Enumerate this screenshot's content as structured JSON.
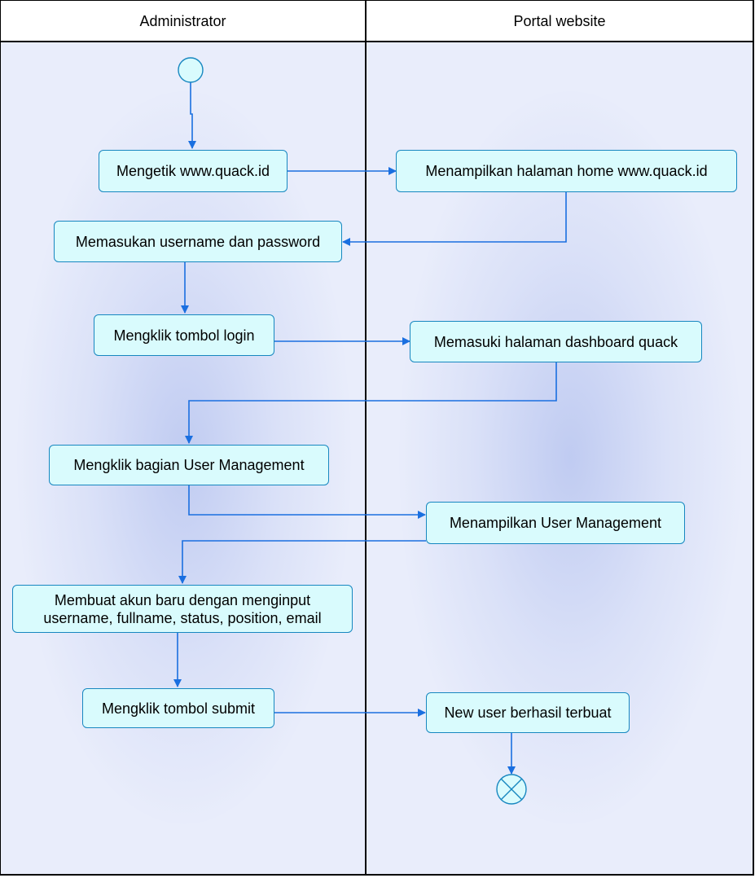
{
  "lanes": {
    "left_title": "Administrator",
    "right_title": "Portal website"
  },
  "actions": {
    "mengetik": "Mengetik www.quack.id",
    "tampil_home": "Menampilkan halaman home www.quack.id",
    "masukan_login": "Memasukan username dan password",
    "klik_login": "Mengklik tombol login",
    "masuk_dashboard": "Memasuki halaman dashboard quack",
    "klik_user_mgmt": "Mengklik bagian User Management",
    "tampil_user_mgmt": "Menampilkan User Management",
    "buat_akun_line1": "Membuat akun baru dengan menginput",
    "buat_akun_line2": "username, fullname, status, position, email",
    "klik_submit": "Mengklik tombol submit",
    "user_terbuat": "New user berhasil terbuat"
  },
  "colors": {
    "action_fill": "#d9fbfd",
    "action_border": "#1787c0",
    "flow_line": "#1a6fe0",
    "lane_fill": "#e9edfb"
  }
}
